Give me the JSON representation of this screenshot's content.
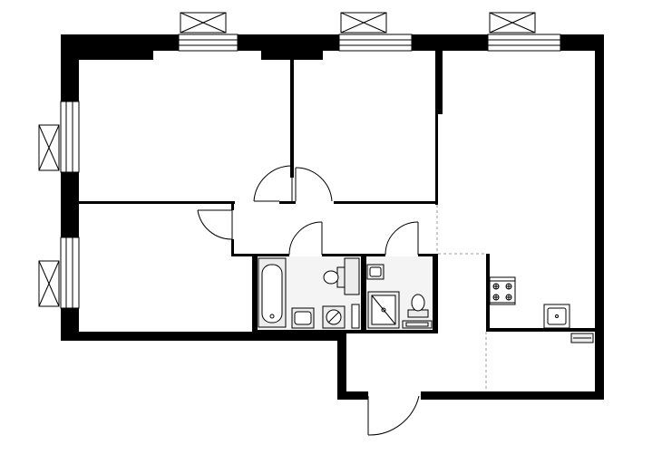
{
  "plan": {
    "rooms": [
      "bedroom",
      "bedroom",
      "bedroom",
      "kitchen-living",
      "hall",
      "bathroom",
      "toilet"
    ]
  }
}
